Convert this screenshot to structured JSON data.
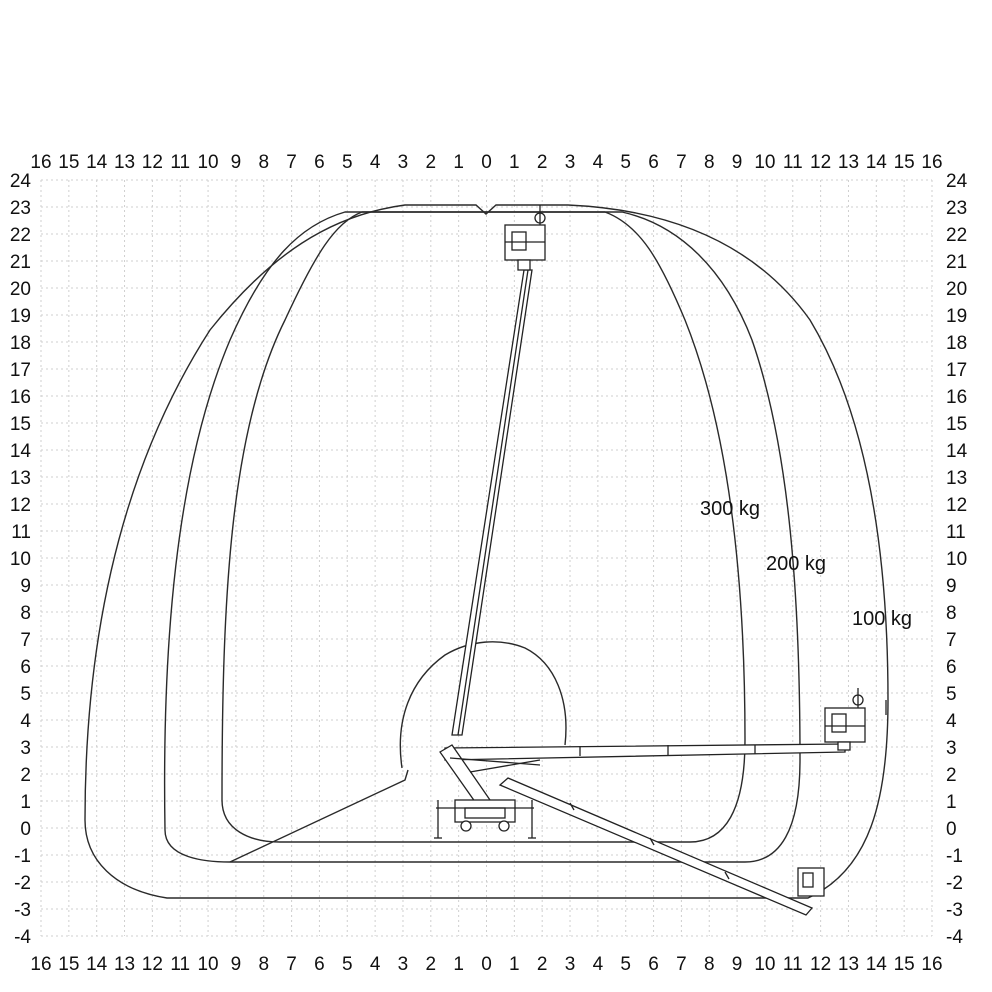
{
  "diagram": {
    "x_ticks": [
      "16",
      "15",
      "14",
      "13",
      "12",
      "11",
      "10",
      "9",
      "8",
      "7",
      "6",
      "5",
      "4",
      "3",
      "2",
      "1",
      "0",
      "1",
      "2",
      "3",
      "4",
      "5",
      "6",
      "7",
      "8",
      "9",
      "10",
      "11",
      "12",
      "13",
      "14",
      "15",
      "16"
    ],
    "y_ticks": [
      "24",
      "23",
      "22",
      "21",
      "20",
      "19",
      "18",
      "17",
      "16",
      "15",
      "14",
      "13",
      "12",
      "11",
      "10",
      "9",
      "8",
      "7",
      "6",
      "5",
      "4",
      "3",
      "2",
      "1",
      "0",
      "-1",
      "-2",
      "-3",
      "-4"
    ],
    "load_zones": [
      {
        "label": "300 kg"
      },
      {
        "label": "200 kg"
      },
      {
        "label": "100 kg"
      }
    ],
    "colors": {
      "grid": "#cfcfcf",
      "lines": "#2a2a2a",
      "text": "#111111"
    }
  }
}
